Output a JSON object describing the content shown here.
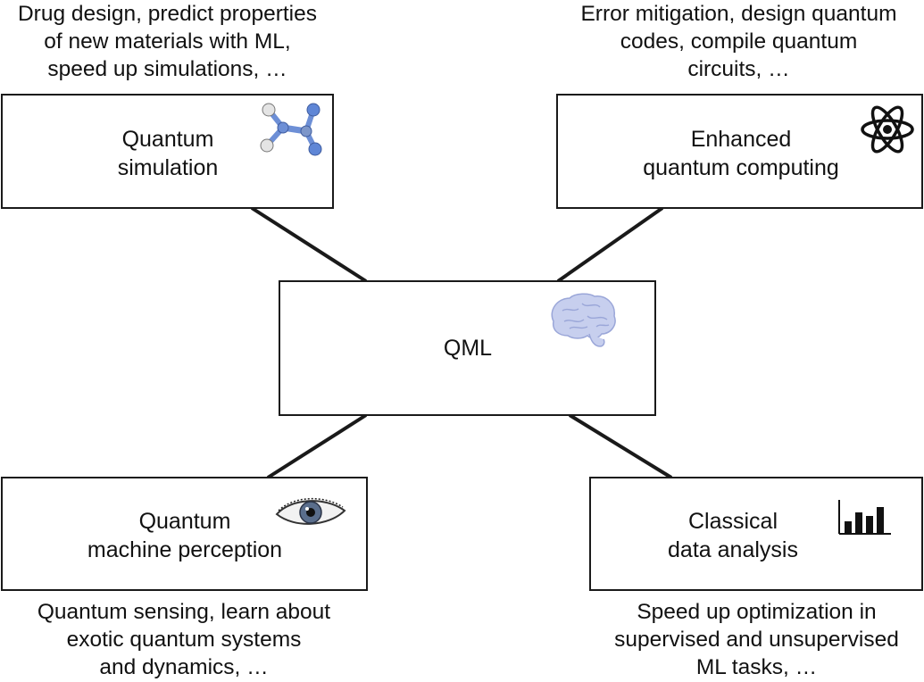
{
  "center": {
    "label": "QML"
  },
  "nodes": {
    "simulation": {
      "title_lines": [
        "Quantum",
        "simulation"
      ],
      "caption_lines": [
        "Drug design, predict properties",
        "of new materials with ML,",
        "speed up simulations, …"
      ],
      "icon": "molecule-icon"
    },
    "computing": {
      "title_lines": [
        "Enhanced",
        "quantum computing"
      ],
      "caption_lines": [
        "Error mitigation, design quantum",
        "codes, compile quantum",
        "circuits, …"
      ],
      "icon": "atom-icon"
    },
    "perception": {
      "title_lines": [
        "Quantum",
        "machine perception"
      ],
      "caption_lines": [
        "Quantum sensing, learn about",
        "exotic quantum systems",
        "and dynamics, …"
      ],
      "icon": "eye-icon"
    },
    "analysis": {
      "title_lines": [
        "Classical",
        "data analysis"
      ],
      "caption_lines": [
        "Speed up optimization in",
        "supervised and unsupervised",
        "ML tasks, …"
      ],
      "icon": "bar-chart-icon"
    }
  },
  "center_icon": "brain-icon",
  "colors": {
    "border": "#1a1a1a",
    "molecule_blue": "#6d8fd6",
    "molecule_gray": "#d9d9d9",
    "brain": "#c7cfee",
    "eye_iris": "#5a6e8c"
  }
}
